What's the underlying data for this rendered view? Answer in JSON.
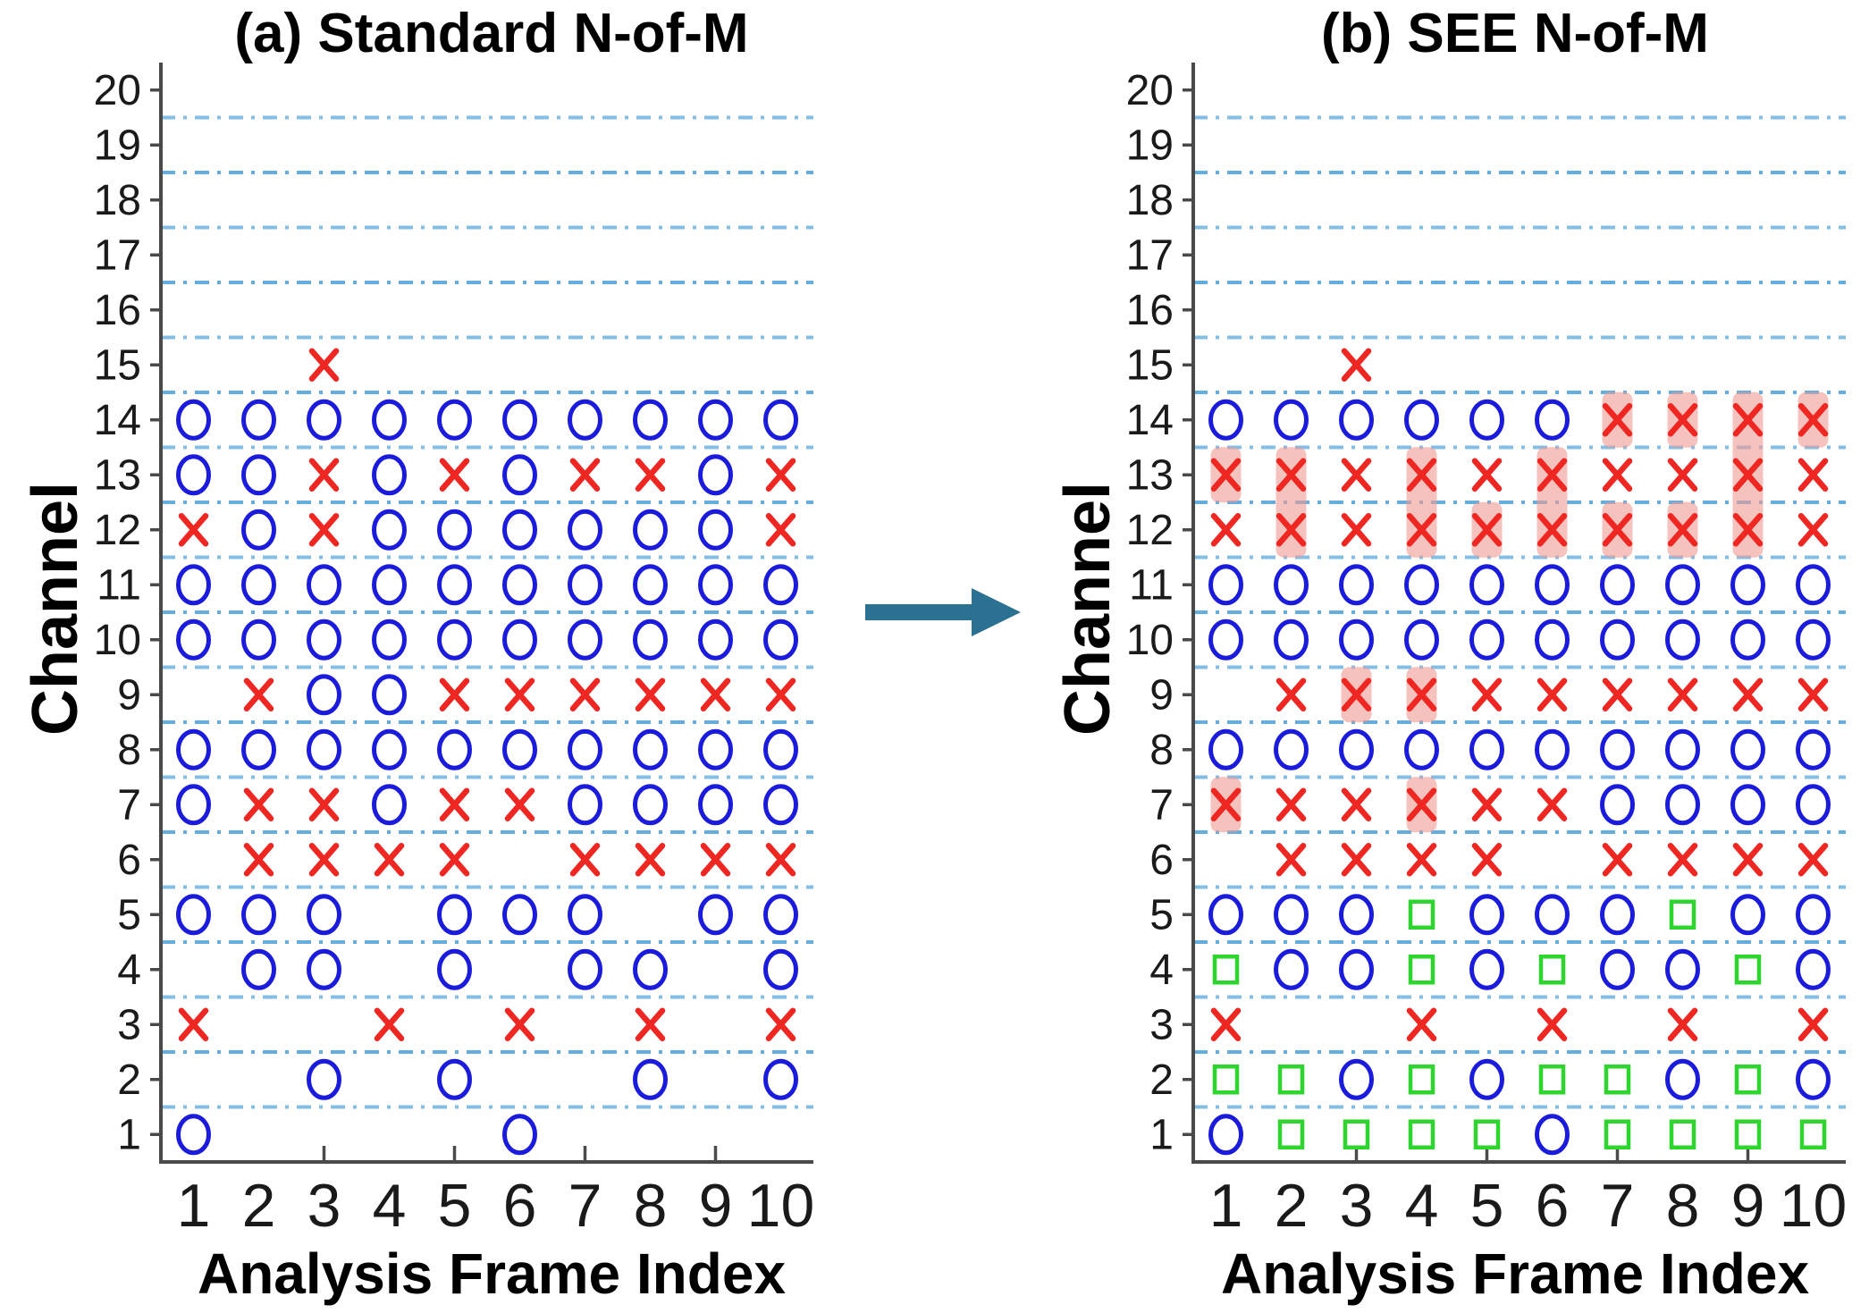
{
  "figure": {
    "description": "Two scatter panels comparing channel selections per analysis frame",
    "arrow_icon": "right-arrow"
  },
  "colors": {
    "circle": "#1b1bdb",
    "x": "#ee2722",
    "square": "#2fd52f",
    "grid": "#5da9dd",
    "highlight": "#ef9d96",
    "spine": "#4a4a4a",
    "tick_text": "#1a1a1a",
    "arrow": "#2b7191"
  },
  "chart_data": [
    {
      "type": "scatter",
      "title": "(a) Standard N-of-M",
      "xlabel": "Analysis Frame Index",
      "ylabel": "Channel",
      "x_ticks": [
        1,
        2,
        3,
        4,
        5,
        6,
        7,
        8,
        9,
        10
      ],
      "y_ticks": [
        1,
        2,
        3,
        4,
        5,
        6,
        7,
        8,
        9,
        10,
        11,
        12,
        13,
        14,
        15,
        16,
        17,
        18,
        19,
        20
      ],
      "xlim": [
        0.5,
        10.5
      ],
      "ylim": [
        0.5,
        20.5
      ],
      "grid": "horizontal dash-dot lines at every half channel",
      "marker_legend": {
        "O": "selected channel (circle)",
        "X": "rejected channel (x)",
        "S": "added channel (square)",
        ".": "no marker"
      },
      "rows": {
        "15": "..X.......",
        "14": "OOOOOOOOOO",
        "13": "OOXOXOXXOX",
        "12": "XOXOOOOOOX",
        "11": "OOOOOOOOOO",
        "10": "OOOOOOOOOO",
        "9": ".XOOXXXXXX",
        "8": "OOOOOOOOOO",
        "7": "OXXOXXOOOO",
        "6": ".XXXX.XXXX",
        "5": "OOO.OOO.OO",
        "4": ".OO.O.OO.O",
        "3": "X..X.X.X.X",
        "2": "..O.O..O.O",
        "1": "O....O...."
      },
      "highlights": []
    },
    {
      "type": "scatter",
      "title": "(b) SEE N-of-M",
      "xlabel": "Analysis Frame Index",
      "ylabel": "Channel",
      "x_ticks": [
        1,
        2,
        3,
        4,
        5,
        6,
        7,
        8,
        9,
        10
      ],
      "y_ticks": [
        1,
        2,
        3,
        4,
        5,
        6,
        7,
        8,
        9,
        10,
        11,
        12,
        13,
        14,
        15,
        16,
        17,
        18,
        19,
        20
      ],
      "xlim": [
        0.5,
        10.5
      ],
      "ylim": [
        0.5,
        20.5
      ],
      "grid": "horizontal dash-dot lines at every half channel",
      "marker_legend": {
        "O": "selected channel (circle)",
        "X": "rejected channel (x)",
        "S": "added channel (square)",
        ".": "no marker"
      },
      "rows": {
        "15": "..X.......",
        "14": "OOOOOOXXXX",
        "13": "XXXXXXXXXX",
        "12": "XXXXXXXXXX",
        "11": "OOOOOOOOOO",
        "10": "OOOOOOOOOO",
        "9": ".XXXXXXXXX",
        "8": "OOOOOOOOOO",
        "7": "XXXXXXOOOO",
        "6": ".XXXX.XXXX",
        "5": "OOOSOOOSOO",
        "4": "SOOSOSOOSO",
        "3": "X..X.X.X.X",
        "2": "SSOSOSSOSO",
        "1": "OSSSSOSSSS"
      },
      "highlights": [
        {
          "frame": 1,
          "channels": [
            13,
            13
          ]
        },
        {
          "frame": 1,
          "channels": [
            7,
            7
          ]
        },
        {
          "frame": 2,
          "channels": [
            12,
            13
          ]
        },
        {
          "frame": 3,
          "channels": [
            9,
            9
          ]
        },
        {
          "frame": 4,
          "channels": [
            12,
            13
          ]
        },
        {
          "frame": 4,
          "channels": [
            9,
            9
          ]
        },
        {
          "frame": 4,
          "channels": [
            7,
            7
          ]
        },
        {
          "frame": 5,
          "channels": [
            12,
            12
          ]
        },
        {
          "frame": 6,
          "channels": [
            12,
            13
          ]
        },
        {
          "frame": 7,
          "channels": [
            14,
            14
          ]
        },
        {
          "frame": 7,
          "channels": [
            12,
            12
          ]
        },
        {
          "frame": 8,
          "channels": [
            14,
            14
          ]
        },
        {
          "frame": 8,
          "channels": [
            12,
            12
          ]
        },
        {
          "frame": 9,
          "channels": [
            12,
            14
          ]
        },
        {
          "frame": 10,
          "channels": [
            14,
            14
          ]
        }
      ]
    }
  ]
}
